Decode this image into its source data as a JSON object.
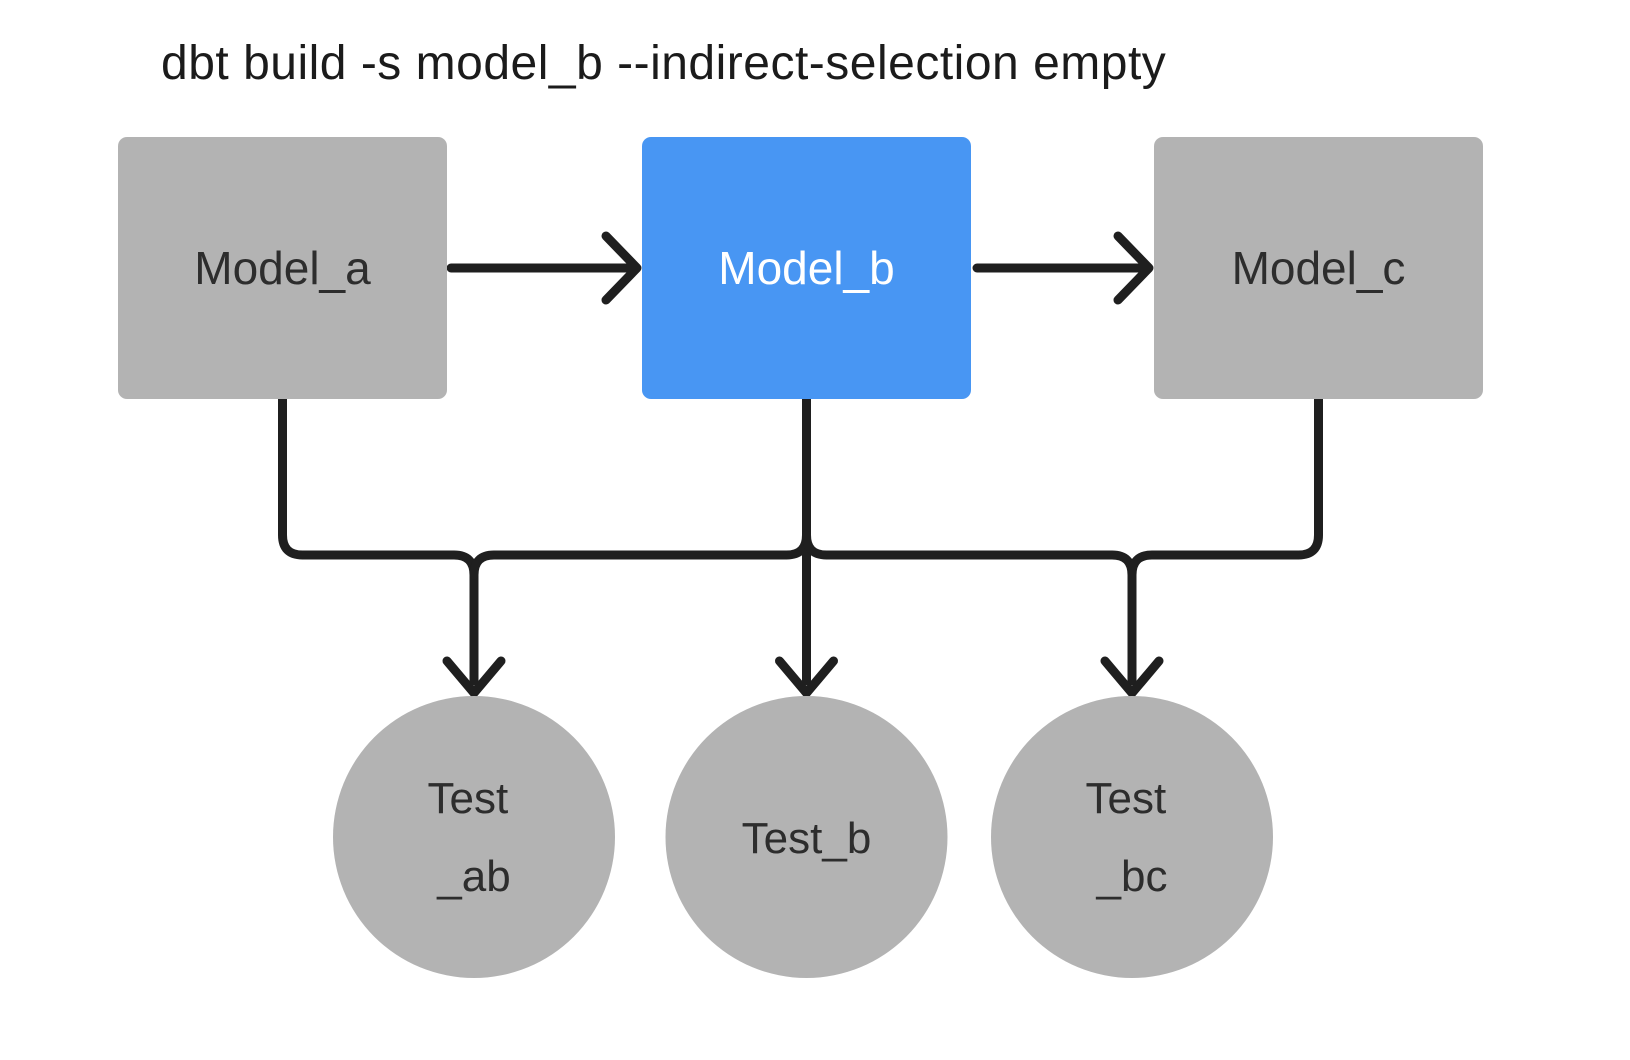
{
  "title": "dbt build -s model_b --indirect-selection empty",
  "colors": {
    "background": "#ffffff",
    "node_gray": "#b3b3b3",
    "selected_blue": "#4896f3",
    "edge_line": "#1f1f1f",
    "text_dark": "#2d2d2d",
    "text_light": "#ffffff",
    "text_title": "#1b1b1b"
  },
  "nodes": {
    "model_a": {
      "label": "Model_a",
      "kind": "model",
      "selected": false
    },
    "model_b": {
      "label": "Model_b",
      "kind": "model",
      "selected": true
    },
    "model_c": {
      "label": "Model_c",
      "kind": "model",
      "selected": false
    },
    "test_ab": {
      "label": "Test_ab",
      "line1": "Test",
      "line2": "_ab",
      "kind": "test",
      "selected": false
    },
    "test_b": {
      "label": "Test_b",
      "line1": "Test_b",
      "kind": "test",
      "selected": false
    },
    "test_bc": {
      "label": "Test_bc",
      "line1": "Test",
      "line2": "_bc",
      "kind": "test",
      "selected": false
    }
  },
  "edges": [
    {
      "from": "model_a",
      "to": "model_b"
    },
    {
      "from": "model_b",
      "to": "model_c"
    },
    {
      "from": "model_a",
      "to": "test_ab"
    },
    {
      "from": "model_b",
      "to": "test_ab"
    },
    {
      "from": "model_b",
      "to": "test_b"
    },
    {
      "from": "model_b",
      "to": "test_bc"
    },
    {
      "from": "model_c",
      "to": "test_bc"
    }
  ]
}
